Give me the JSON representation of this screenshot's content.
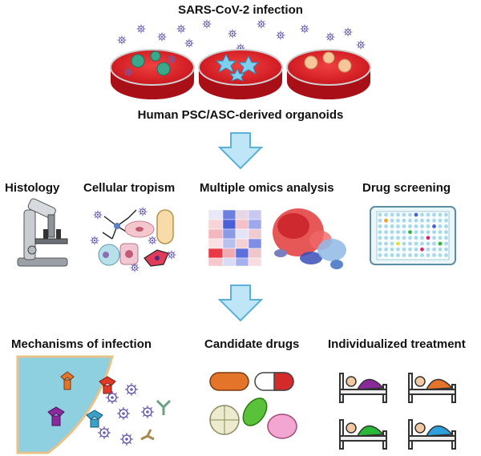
{
  "top": {
    "title": "SARS-CoV-2 infection",
    "subtitle": "Human PSC/ASC-derived organoids"
  },
  "applications": [
    {
      "label": "Histology",
      "icon": "microscope-icon"
    },
    {
      "label": "Cellular tropism",
      "icon": "cell-types-icon"
    },
    {
      "label": "Multiple omics analysis",
      "icon": "heatmap-and-tsne-icon"
    },
    {
      "label": "Drug screening",
      "icon": "well-plate-icon"
    }
  ],
  "outcomes": [
    {
      "label": "Mechanisms of infection",
      "icon": "receptor-binding-icon"
    },
    {
      "label": "Candidate drugs",
      "icon": "pills-icon"
    },
    {
      "label": "Individualized treatment",
      "icon": "patient-beds-icon"
    }
  ],
  "colors": {
    "dish_red": "#e0202a",
    "arrow_fill": "#bfe6f7",
    "arrow_stroke": "#5ab0d8",
    "virus": "#6a5fb0",
    "cell": "#8ecfe0"
  }
}
